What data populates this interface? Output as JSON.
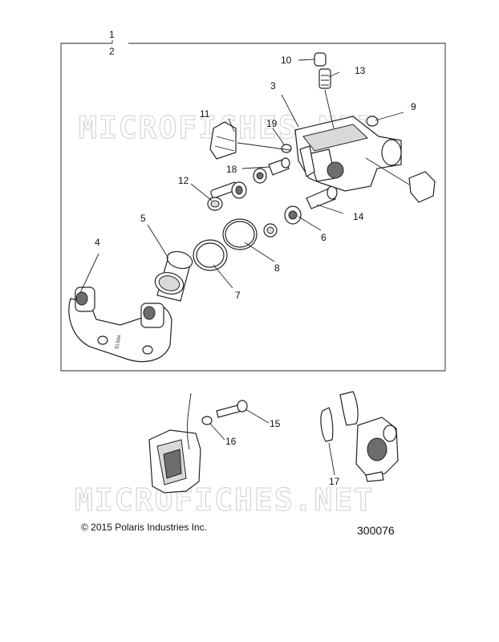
{
  "callouts": {
    "c1": "1",
    "c2": "2",
    "c3": "3",
    "c4": "4",
    "c5": "5",
    "c6": "6",
    "c7": "7",
    "c8": "8",
    "c9": "9",
    "c10": "10",
    "c11": "11",
    "c12": "12",
    "c13": "13",
    "c14": "14",
    "c15": "15",
    "c16": "16",
    "c17": "17",
    "c18": "18",
    "c19": "19"
  },
  "watermark": "MICROFICHES.NET",
  "footer": {
    "copyright": "© 2015 Polaris Industries Inc.",
    "figure_number": "300076"
  }
}
